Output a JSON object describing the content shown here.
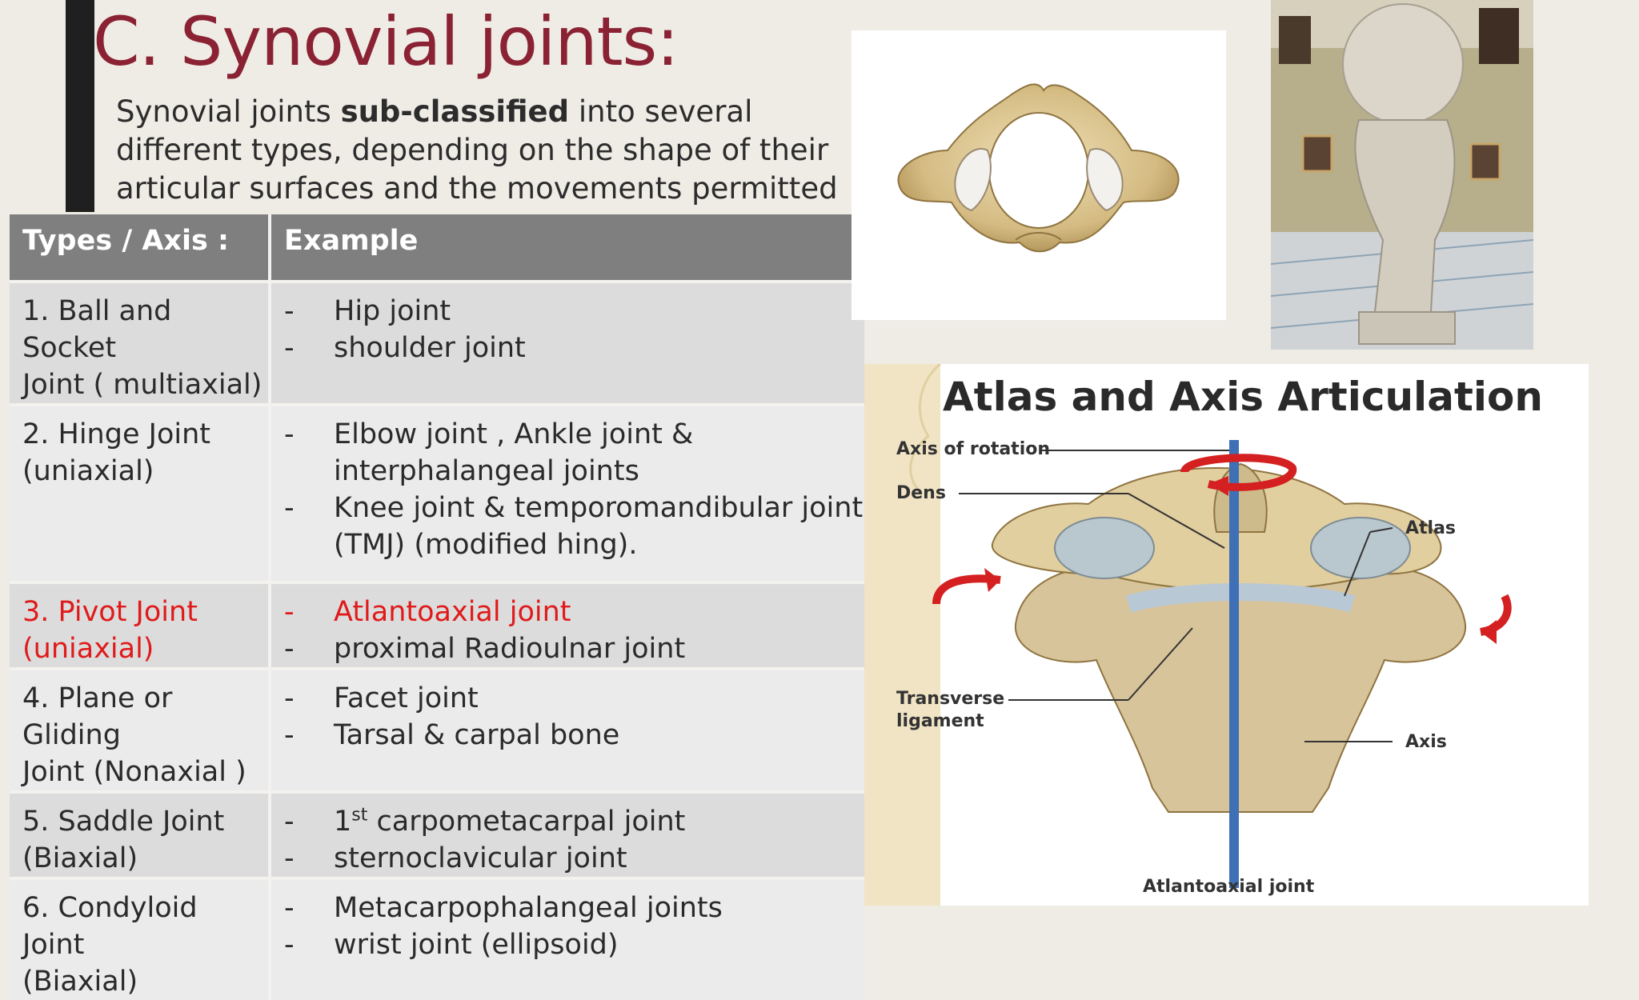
{
  "slide": {
    "title": "C. Synovial joints:",
    "intro_pre": "Synovial joints ",
    "intro_bold": "sub-classified",
    "intro_post": " into several different types, depending on the shape of their articular surfaces and the movements permitted :"
  },
  "table": {
    "headers": [
      "Types / Axis :",
      "Example"
    ],
    "rows": [
      {
        "type_line1": "1. Ball and Socket",
        "type_line2": "Joint ( multiaxial)",
        "ex1": "Hip joint",
        "ex2": "shoulder joint"
      },
      {
        "type_line1": "2. Hinge Joint",
        "type_line2": "(uniaxial)",
        "ex1": "Elbow joint , Ankle joint &",
        "ex1b": "interphalangeal joints",
        "ex2": "Knee joint & temporomandibular joint",
        "ex2b": "(TMJ)  (modified hing)."
      },
      {
        "type_line1": "3. Pivot Joint",
        "type_line2": "(uniaxial)",
        "ex1": "Atlantoaxial joint",
        "ex2": "proximal Radioulnar joint"
      },
      {
        "type_line1": "4. Plane or Gliding",
        "type_line2": "Joint (Nonaxial )",
        "ex1": "Facet joint",
        "ex2": "Tarsal & carpal bone"
      },
      {
        "type_line1": "5. Saddle Joint",
        "type_line2": "(Biaxial)",
        "ex1_num": "1",
        "ex1_sup": "st",
        "ex1": " carpometacarpal joint",
        "ex2": "sternoclavicular joint"
      },
      {
        "type_line1": "6. Condyloid Joint",
        "type_line2": "(Biaxial)",
        "ex1": "Metacarpophalangeal joints",
        "ex2": "wrist joint (ellipsoid)"
      }
    ],
    "dash": "-"
  },
  "figure": {
    "title": "Atlas and Axis Articulation",
    "labels": {
      "axis_of_rotation": "Axis of rotation",
      "dens": "Dens",
      "atlas": "Atlas",
      "transverse_1": "Transverse",
      "transverse_2": "ligament",
      "axis": "Axis",
      "atlantoaxial": "Atlantoaxial joint"
    }
  },
  "colors": {
    "title": "#8a2234",
    "highlight": "#e01a1a",
    "header_bg": "#7f7f7f",
    "bone": "#d8c49a"
  },
  "icons": [
    "vertebra-illustration",
    "statue-photo",
    "atlas-axis-diagram"
  ]
}
